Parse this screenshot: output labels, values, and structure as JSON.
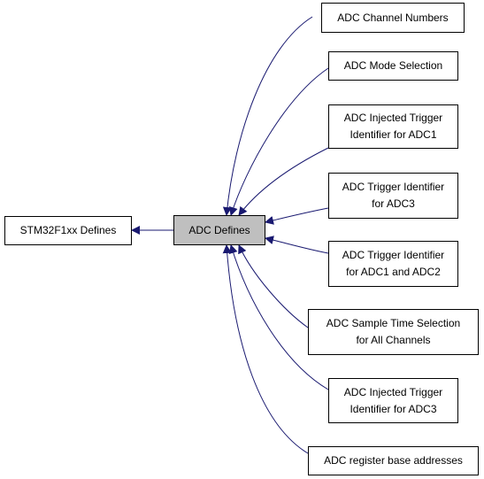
{
  "colors": {
    "edge": "#191970",
    "center_fill": "#bfbfbf",
    "node_border": "#000000",
    "background": "#ffffff"
  },
  "nodes": {
    "stm32f1xx": {
      "lines": [
        "STM32F1xx Defines"
      ]
    },
    "adc_defines": {
      "lines": [
        "ADC Defines"
      ]
    },
    "channel_numbers": {
      "lines": [
        "ADC Channel Numbers"
      ]
    },
    "mode_selection": {
      "lines": [
        "ADC Mode Selection"
      ]
    },
    "injected_trigger_adc1": {
      "lines": [
        "ADC Injected Trigger",
        "Identifier for ADC1"
      ]
    },
    "trigger_adc3": {
      "lines": [
        "ADC Trigger Identifier",
        "for ADC3"
      ]
    },
    "trigger_adc1_adc2": {
      "lines": [
        "ADC Trigger Identifier",
        "for ADC1 and ADC2"
      ]
    },
    "sample_time": {
      "lines": [
        "ADC Sample Time Selection",
        "for All Channels"
      ]
    },
    "injected_trigger_adc3": {
      "lines": [
        "ADC Injected Trigger",
        "Identifier for ADC3"
      ]
    },
    "register_base": {
      "lines": [
        "ADC register base addresses"
      ]
    }
  }
}
